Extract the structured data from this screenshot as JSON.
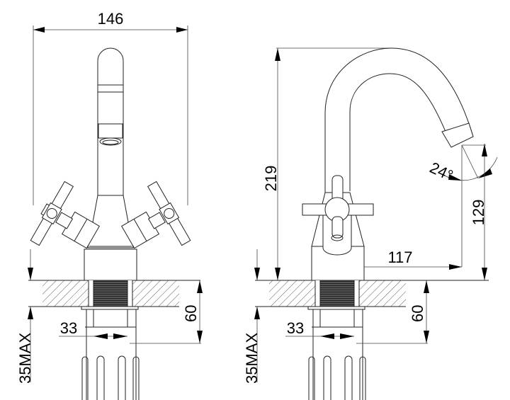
{
  "drawing": {
    "front_view": {
      "width_dim": "146",
      "deck_thickness_dim": "35MAX",
      "thread_dim": "33",
      "shank_dim": "60"
    },
    "side_view": {
      "height_dim": "219",
      "spout_angle_dim": "24°",
      "spout_height_dim": "129",
      "spout_reach_dim": "117",
      "deck_thickness_dim": "35MAX",
      "thread_dim": "33",
      "shank_dim": "60"
    }
  }
}
